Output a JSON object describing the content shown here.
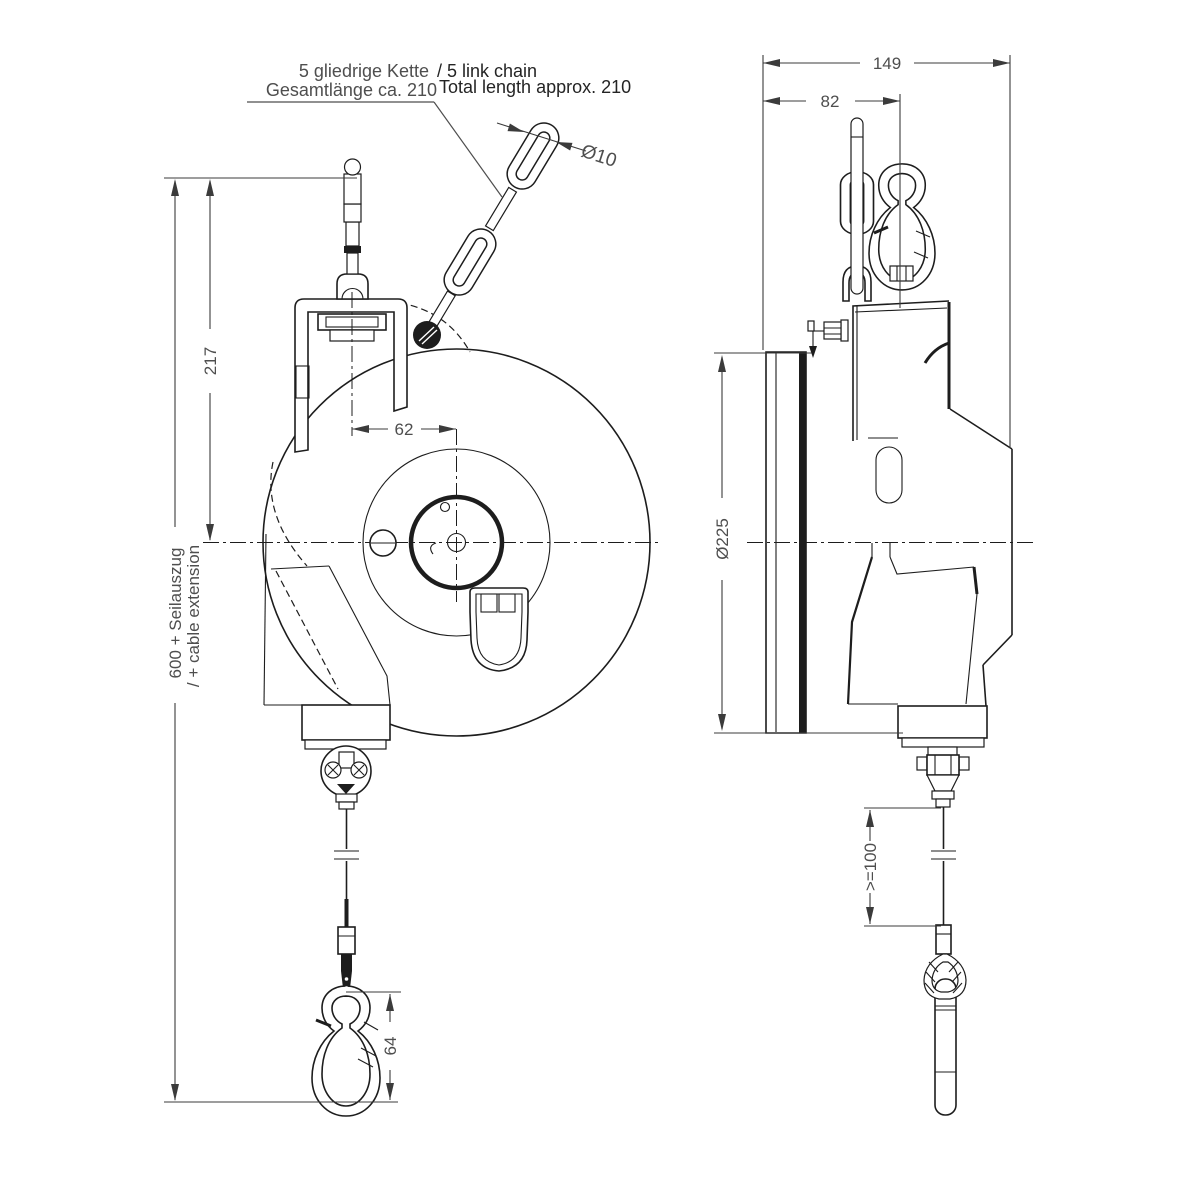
{
  "drawing": {
    "labels": {
      "chain_de_1": "5 gliedrige Kette",
      "chain_en_1": "/ 5 link chain",
      "chain_de_2": "Gesamtlänge ca. 210",
      "chain_en_2": "Total length approx. 210",
      "chain_link_diameter": "Ø10"
    },
    "front_view": {
      "dim_total_height_de": "600 + Seilauszug",
      "dim_total_height_en": "/ + cable extension",
      "dim_upper_height": "217",
      "dim_hub_offset": "62",
      "dim_hook_height": "64"
    },
    "side_view": {
      "dim_total_width": "149",
      "dim_mount_width": "82",
      "dim_drum_diameter": "Ø225",
      "dim_min_cable_length": ">=100"
    },
    "colors": {
      "line": "#1d1d1d",
      "dim_text": "#4e4e4e",
      "label_text": "#242424",
      "background": "#ffffff"
    }
  }
}
